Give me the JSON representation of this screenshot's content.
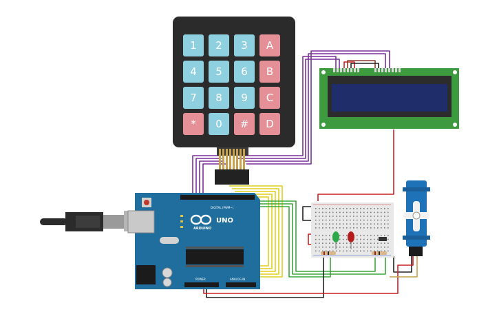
{
  "keypad": {
    "keys": [
      {
        "label": "1",
        "type": "digit"
      },
      {
        "label": "2",
        "type": "digit"
      },
      {
        "label": "3",
        "type": "digit"
      },
      {
        "label": "A",
        "type": "letter"
      },
      {
        "label": "4",
        "type": "digit"
      },
      {
        "label": "5",
        "type": "digit"
      },
      {
        "label": "6",
        "type": "digit"
      },
      {
        "label": "B",
        "type": "letter"
      },
      {
        "label": "7",
        "type": "digit"
      },
      {
        "label": "8",
        "type": "digit"
      },
      {
        "label": "9",
        "type": "digit"
      },
      {
        "label": "C",
        "type": "letter"
      },
      {
        "label": "*",
        "type": "symbol"
      },
      {
        "label": "0",
        "type": "digit"
      },
      {
        "label": "#",
        "type": "symbol"
      },
      {
        "label": "D",
        "type": "letter"
      }
    ],
    "colors": {
      "digit": "#8ecfe0",
      "letter": "#e58f97",
      "symbol": "#e58f97",
      "body": "#2b2b2b"
    }
  },
  "arduino": {
    "logo_text": "UNO",
    "brand_text": "ARDUINO",
    "digital_label": "DIGITAL (PWM~)",
    "power_label": "POWER",
    "analog_label": "ANALOG IN",
    "board_color": "#1f6e9e"
  },
  "lcd": {
    "board_color": "#3e9a3e",
    "screen_color": "#1f2d6b"
  },
  "breadboard": {
    "color": "#e8e8e8"
  },
  "leds": [
    {
      "color": "#2ea84a"
    },
    {
      "color": "#b51c1c"
    }
  ],
  "wire_colors": {
    "purple": "#7a2f9a",
    "yellow": "#e0cf1b",
    "green": "#3aa63a",
    "red": "#cc2020",
    "black": "#222222"
  }
}
